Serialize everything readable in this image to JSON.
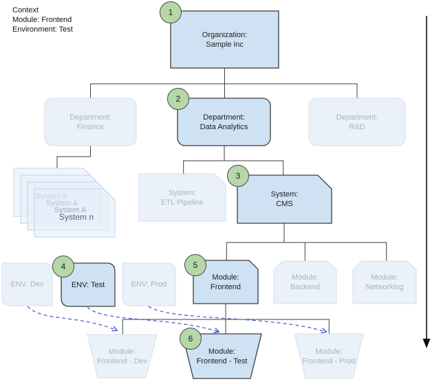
{
  "context": {
    "title": "Context",
    "module": "Module: Frontend",
    "environment": "Environment: Test"
  },
  "badges": [
    "1",
    "2",
    "3",
    "4",
    "5",
    "6"
  ],
  "nodes": {
    "organization": {
      "label": "Organization:\nSample inc"
    },
    "dept_finance": {
      "label": "Department:\nFinance"
    },
    "dept_data_analytics": {
      "label": "Department:\nData Analytics"
    },
    "dept_rd": {
      "label": "Department:\nR&D"
    },
    "system_stack": {
      "lines": [
        "System A",
        "System A",
        "System A",
        "System n"
      ]
    },
    "system_etl": {
      "label": "System:\nETL Pipeline"
    },
    "system_cms": {
      "label": "System:\nCMS"
    },
    "env_dev": {
      "label": "ENV: Dev"
    },
    "env_test": {
      "label": "ENV: Test"
    },
    "env_prod": {
      "label": "ENV: Prod"
    },
    "module_frontend": {
      "label": "Module:\nFrontend"
    },
    "module_backend": {
      "label": "Module:\nBackend"
    },
    "module_networking": {
      "label": "Module:\nNetworking"
    },
    "deploy_frontend_dev": {
      "label": "Module:\nFrontend - Dev"
    },
    "deploy_frontend_test": {
      "label": "Module:\nFrontend - Test"
    },
    "deploy_frontend_prod": {
      "label": "Module:\nFrontend - Prod"
    }
  },
  "colors": {
    "highlight_fill": "#cfe2f3",
    "faded_fill": "#eaf1f9",
    "badge_fill": "#b6d7a8",
    "dashed_link": "#4a4fd8",
    "border_dark": "#3d3d3d",
    "border_faded": "#d4dfeb"
  }
}
